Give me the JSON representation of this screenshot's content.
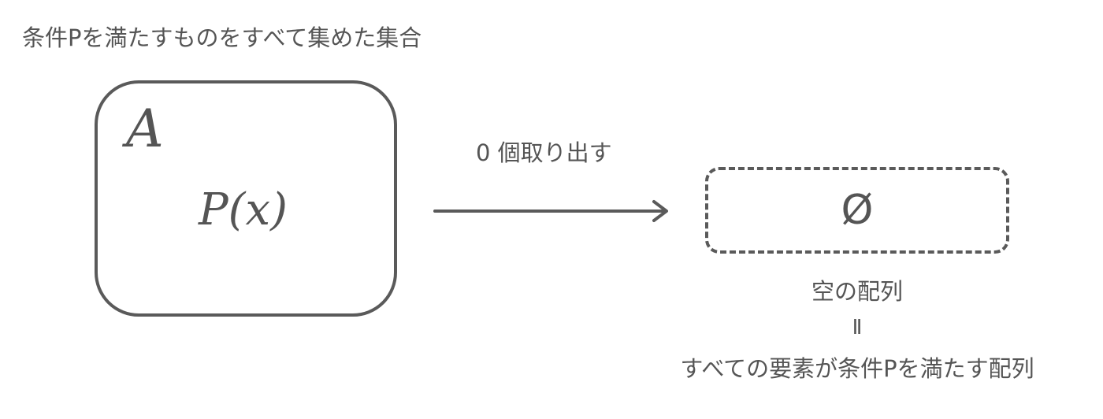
{
  "heading": "条件Pを満たすものをすべて集めた集合",
  "set": {
    "name": "A",
    "predicate": "P(x)"
  },
  "arrow": {
    "label": "0 個取り出す"
  },
  "result": {
    "symbol": "Ø",
    "caption_line1": "空の配列",
    "caption_equals": "Ⅱ",
    "caption_line2": "すべての要素が条件Pを満たす配列"
  },
  "colors": {
    "stroke": "#5a5a5a",
    "text": "#555555",
    "background": "#ffffff"
  }
}
